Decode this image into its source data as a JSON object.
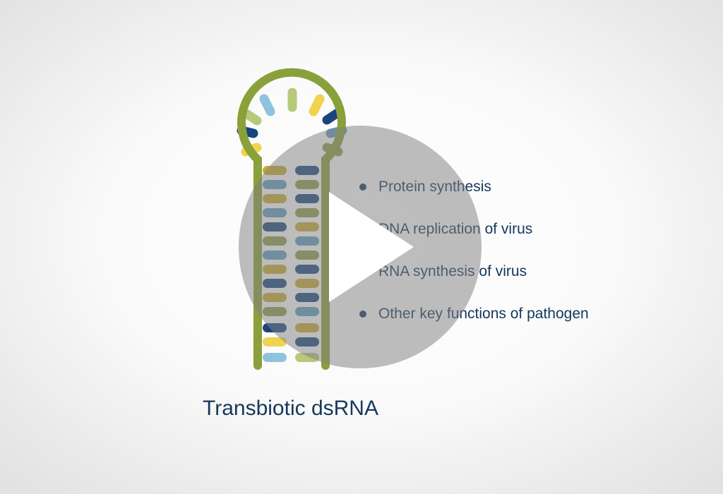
{
  "slide": {
    "bullets": [
      "Protein synthesis",
      "DNA replication of virus",
      "RNA synthesis of virus",
      "Other key functions of pathogen"
    ],
    "caption": "Transbiotic dsRNA"
  },
  "colors": {
    "backbone": "#8aa03a",
    "navy": "#19457c",
    "teal": "#5f9ebc",
    "gold": "#c8a92f",
    "yellow": "#f0d34e",
    "olive": "#8e9b4c",
    "sky": "#8fc2dc",
    "light_green": "#b7c97a",
    "text": "#13385c"
  },
  "video": {
    "play_icon": "play-icon"
  }
}
